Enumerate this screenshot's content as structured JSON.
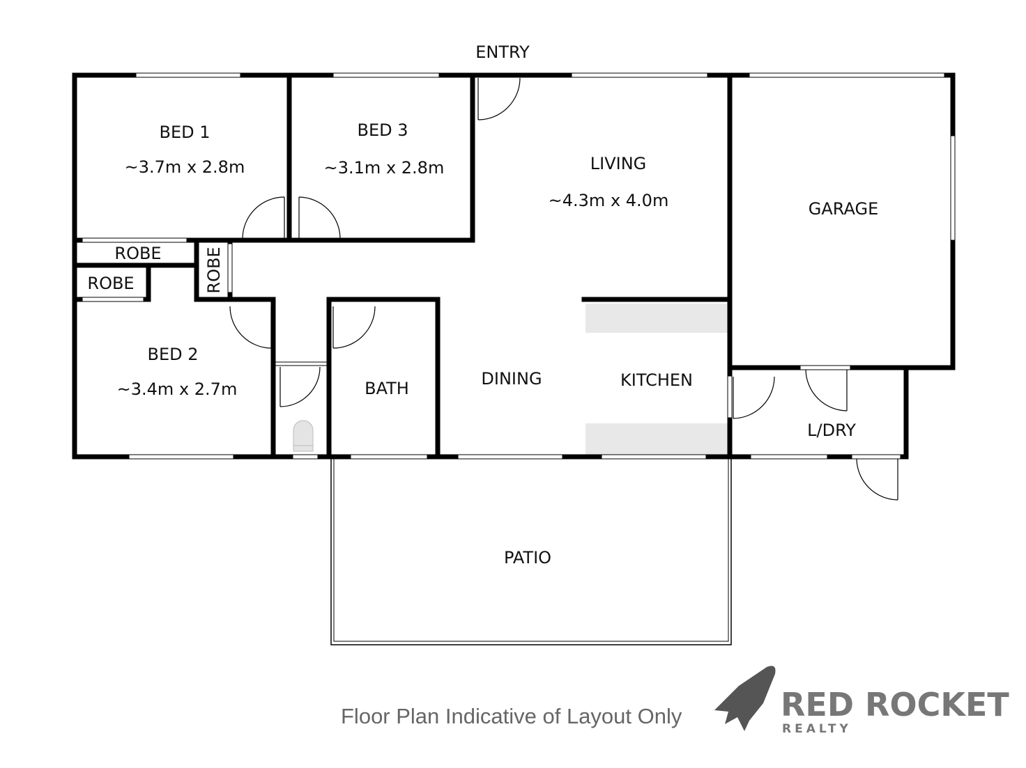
{
  "plan": {
    "entry": "ENTRY",
    "rooms": [
      {
        "id": "bed1",
        "name": "BED 1",
        "size": "~3.7m x 2.8m"
      },
      {
        "id": "bed3",
        "name": "BED 3",
        "size": "~3.1m x 2.8m"
      },
      {
        "id": "living",
        "name": "LIVING",
        "size": "~4.3m x 4.0m"
      },
      {
        "id": "garage",
        "name": "GARAGE"
      },
      {
        "id": "robe1",
        "name": "ROBE"
      },
      {
        "id": "robe2",
        "name": "ROBE"
      },
      {
        "id": "robe3",
        "name": "ROBE"
      },
      {
        "id": "bed2",
        "name": "BED 2",
        "size": "~3.4m x 2.7m"
      },
      {
        "id": "bath",
        "name": "BATH"
      },
      {
        "id": "dining",
        "name": "DINING"
      },
      {
        "id": "kitchen",
        "name": "KITCHEN"
      },
      {
        "id": "laundry",
        "name": "L/DRY"
      },
      {
        "id": "patio",
        "name": "PATIO"
      }
    ]
  },
  "footer": {
    "note": "Floor Plan Indicative of Layout Only",
    "logo_text": "RED ROCKET",
    "logo_sub": "REALTY"
  },
  "colors": {
    "wall": "#000000",
    "counter": "#e8e8e8",
    "text": "#666666"
  }
}
